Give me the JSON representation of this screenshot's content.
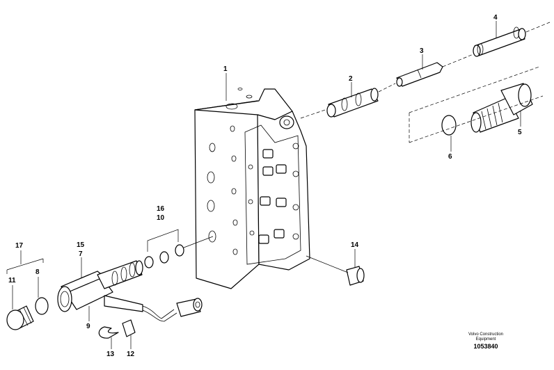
{
  "callouts": {
    "c1": "1",
    "c2": "2",
    "c3": "3",
    "c4": "4",
    "c5": "5",
    "c6": "6",
    "c7": "7",
    "c8": "8",
    "c9": "9",
    "c10": "10",
    "c11": "11",
    "c12": "12",
    "c13": "13",
    "c14": "14",
    "c15": "15",
    "c16": "16",
    "c17": "17"
  },
  "footer": {
    "brand_line1": "Volvo Construction",
    "brand_line2": "Equipment",
    "doc_number": "1053840"
  }
}
